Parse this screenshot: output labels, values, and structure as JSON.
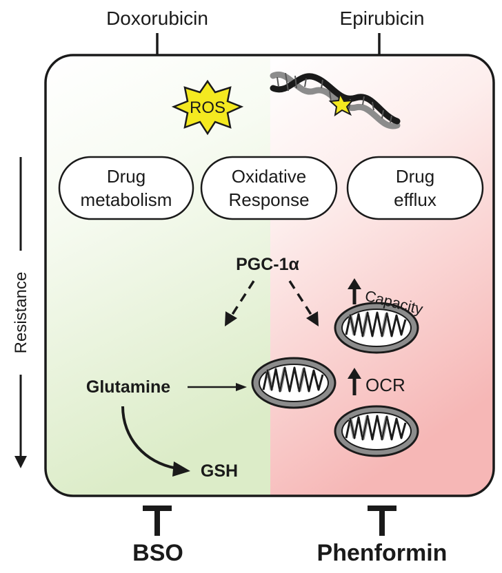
{
  "inputs": {
    "left_drug": "Doxorubicin",
    "right_drug": "Epirubicin"
  },
  "ros_label": "ROS",
  "pills": {
    "left": [
      "Drug",
      "metabolism"
    ],
    "middle": [
      "Oxidative",
      "Response"
    ],
    "right": [
      "Drug",
      "efflux"
    ]
  },
  "nodes": {
    "pgc": "PGC-1α",
    "glutamine": "Glutamine",
    "gsh": "GSH",
    "ocr": "OCR",
    "capacity": "Capacity"
  },
  "side_label": "Resistance",
  "inhibitors": {
    "left": "BSO",
    "right": "Phenformin"
  },
  "colors": {
    "left_panel": "#dcecc8",
    "right_panel": "#f6b7b6",
    "ros_star": "#f4e920",
    "outline": "#1a1a1a",
    "mito_fill": "#8c8c8c"
  }
}
